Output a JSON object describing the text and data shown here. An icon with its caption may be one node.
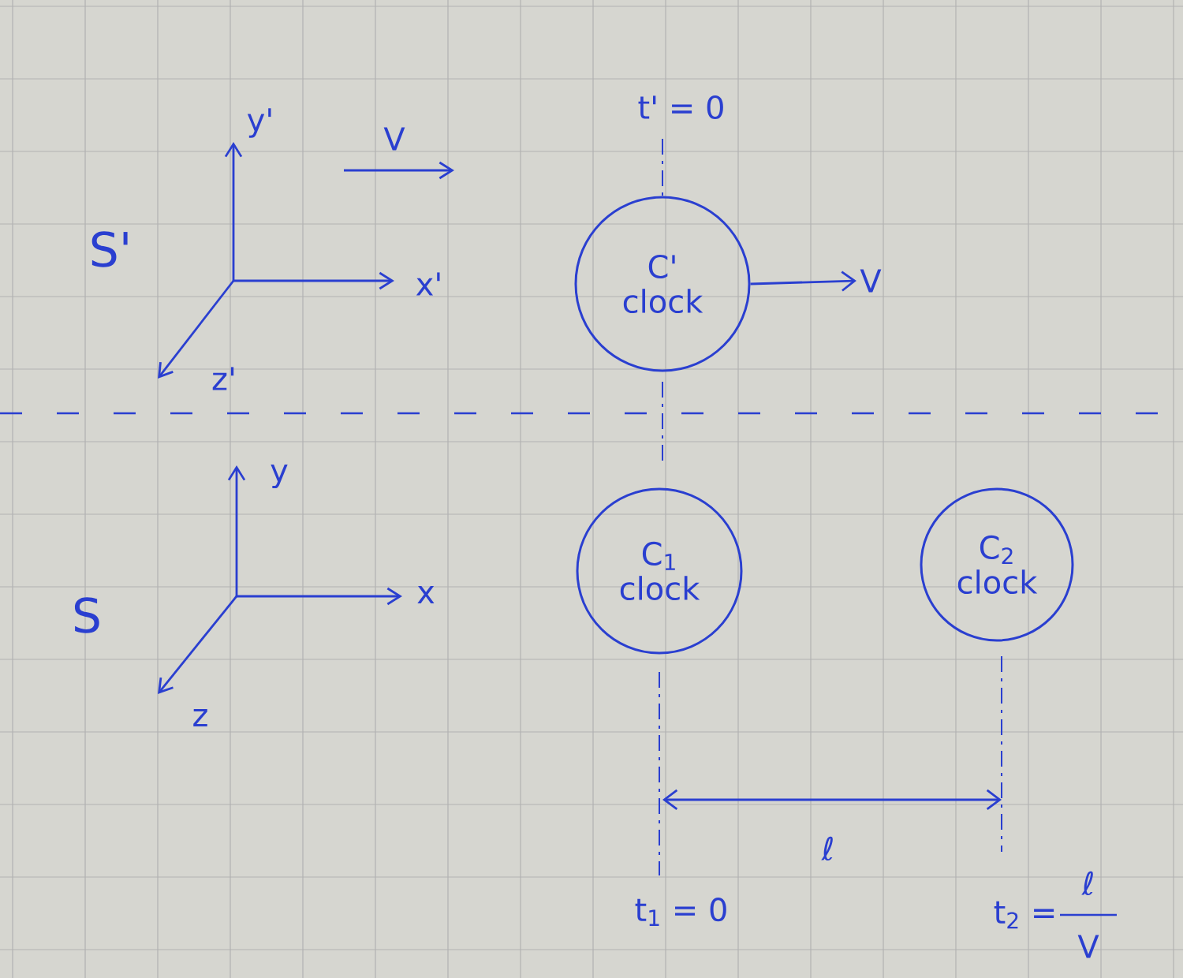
{
  "diagram": {
    "nodes": [
      {
        "text": [
          "C'",
          "clock"
        ]
      },
      {
        "text": [
          "C$_{1}$",
          "clock"
        ]
      },
      {
        "text": [
          "C$_{2}$",
          "clock"
        ]
      },
      {
        "text": [
          "V"
        ]
      }
    ],
    "edges": [
      {
        "from": 0,
        "to": 3,
        "arrow": "to"
      }
    ],
    "labels": [
      "t' = 0",
      "S'",
      "y'",
      "V",
      "x'",
      "z'",
      "S",
      "y",
      "x",
      "z",
      "ℓ",
      "t$_{1}$ = 0",
      "t$_{2}$ =",
      "ℓ",
      "V"
    ]
  }
}
